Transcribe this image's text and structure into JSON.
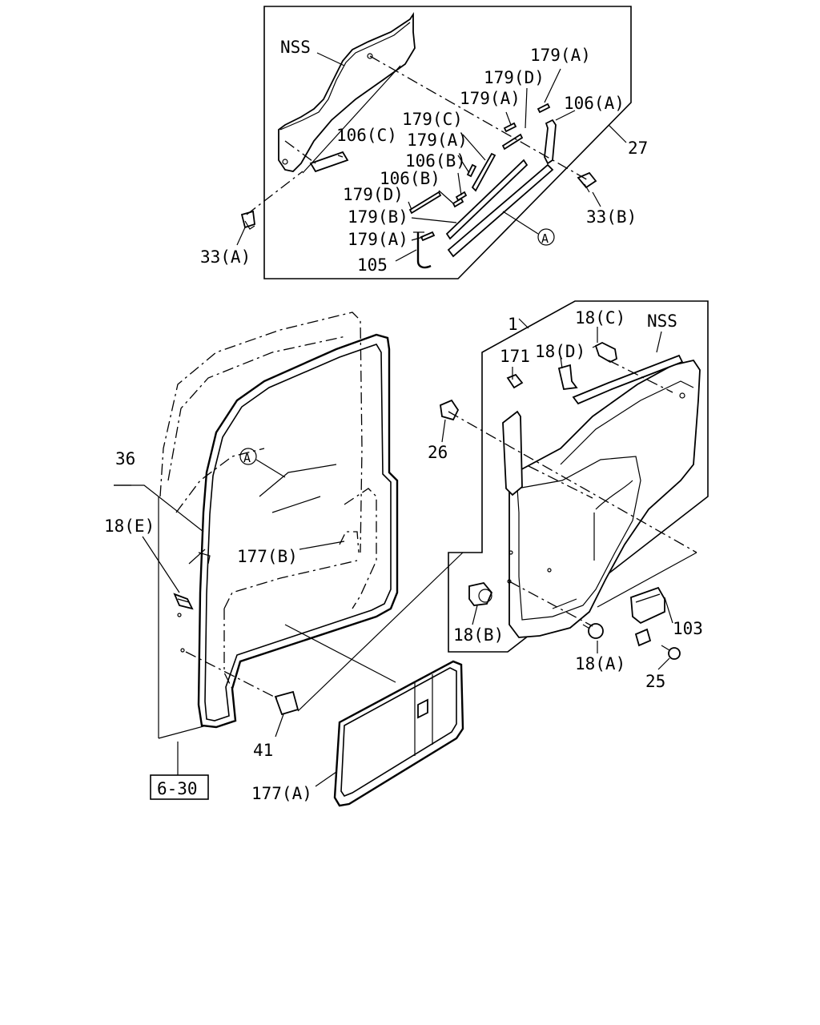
{
  "labels": {
    "nss_top": "NSS",
    "p179a_1": "179(A)",
    "p179d_1": "179(D)",
    "p179a_2": "179(A)",
    "p106a": "106(A)",
    "p179c": "179(C)",
    "p179a_3": "179(A)",
    "p106c": "106(C)",
    "p27": "27",
    "p106b_1": "106(B)",
    "p106b_2": "106(B)",
    "p179d_2": "179(D)",
    "p179b": "179(B)",
    "p179a_4": "179(A)",
    "p105": "105",
    "p33a": "33(A)",
    "p33b": "33(B)",
    "circle_a_top": "A",
    "p1": "1",
    "p18c": "18(C)",
    "nss_right": "NSS",
    "p171": "171",
    "p18d": "18(D)",
    "p26": "26",
    "p36": "36",
    "p18e": "18(E)",
    "circle_a_door": "A",
    "p177b": "177(B)",
    "p18b": "18(B)",
    "p18a": "18(A)",
    "p103": "103",
    "p25": "25",
    "p41": "41",
    "ref_6_30": "6-30",
    "p177a": "177(A)"
  }
}
